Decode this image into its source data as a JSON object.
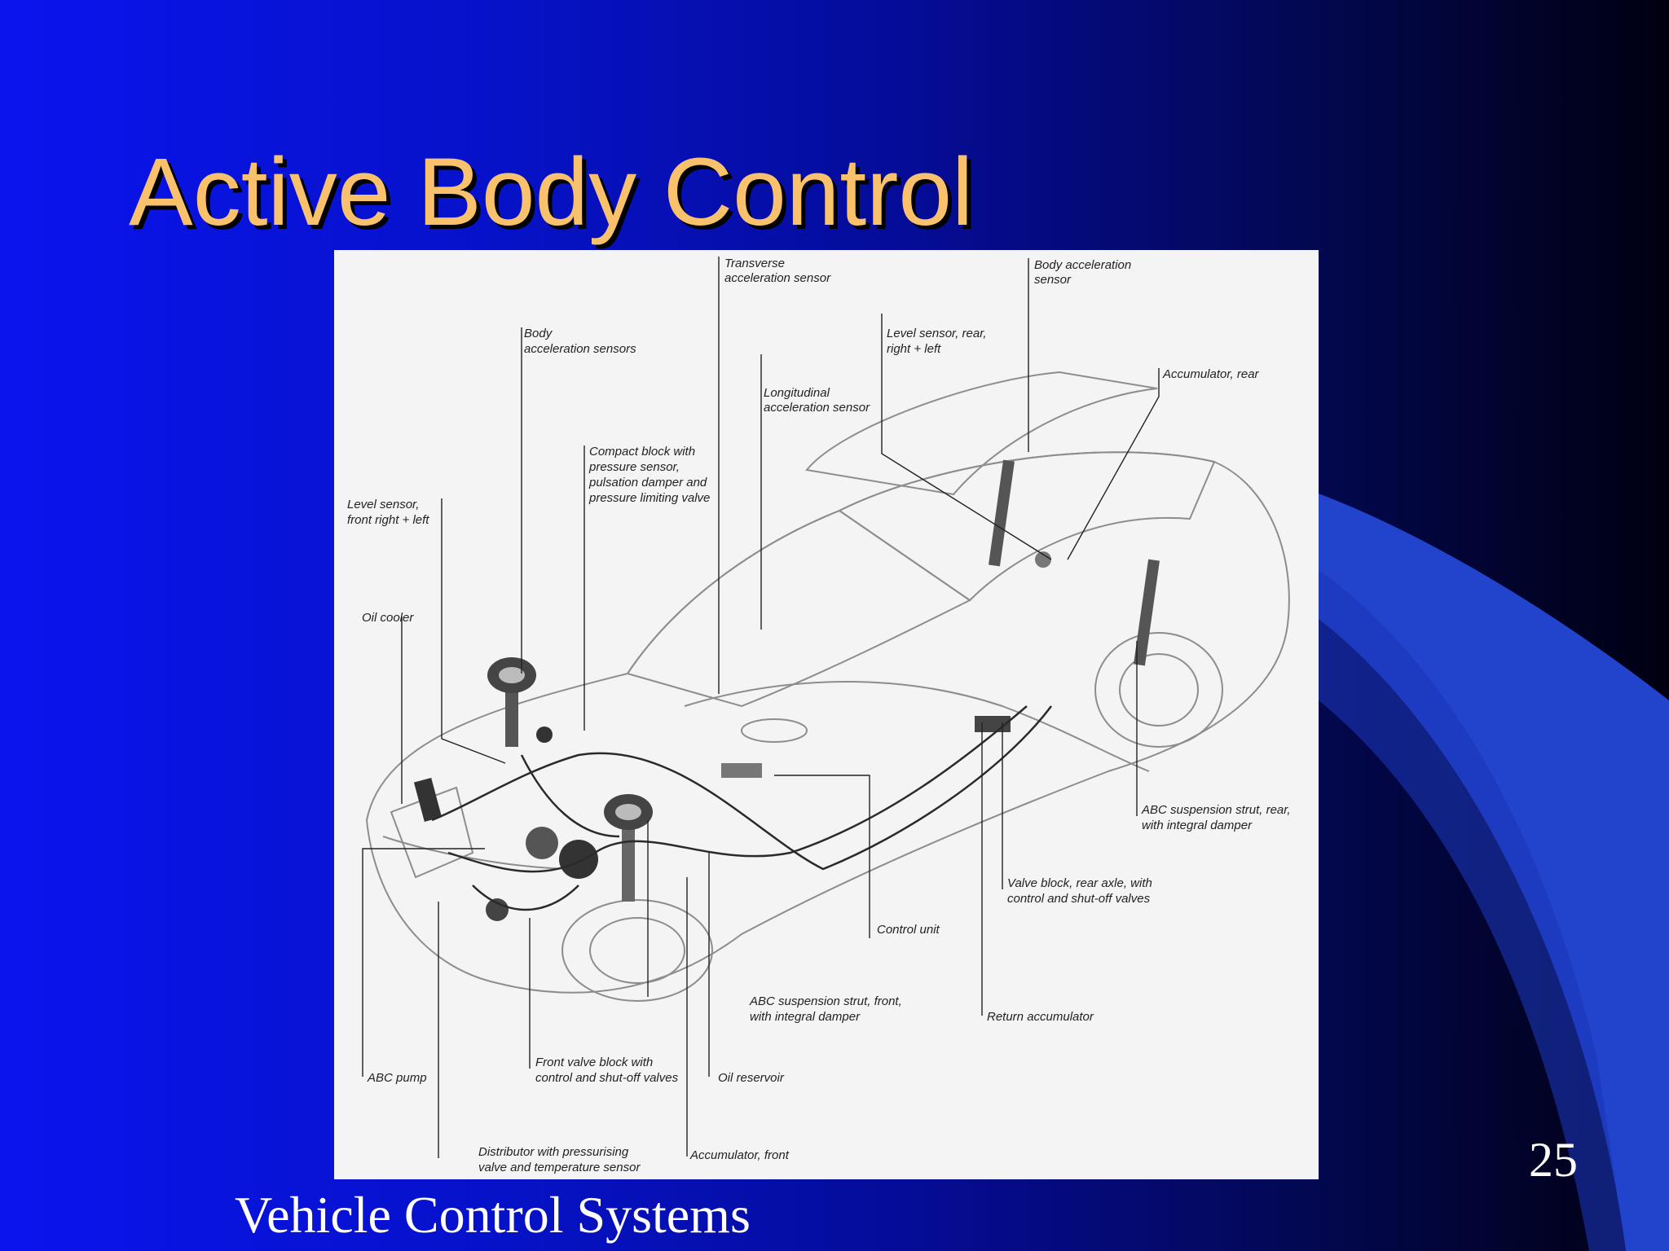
{
  "slide": {
    "title": "Active Body Control",
    "footer": "Vehicle Control Systems",
    "page_number": "25"
  },
  "diagram": {
    "labels": {
      "transverse_1": "Transverse",
      "transverse_2": "acceleration sensor",
      "body_accel_sensor_1": "Body acceleration",
      "body_accel_sensor_2": "sensor",
      "body_accel_sensors_1": "Body",
      "body_accel_sensors_2": "acceleration sensors",
      "level_rear_1": "Level sensor, rear,",
      "level_rear_2": "right + left",
      "accumulator_rear": "Accumulator, rear",
      "longitudinal_1": "Longitudinal",
      "longitudinal_2": "acceleration sensor",
      "compact_1": "Compact block with",
      "compact_2": "pressure sensor,",
      "compact_3": "pulsation damper and",
      "compact_4": "pressure limiting valve",
      "level_front_1": "Level sensor,",
      "level_front_2": "front right + left",
      "oil_cooler": "Oil cooler",
      "strut_rear_1": "ABC suspension strut, rear,",
      "strut_rear_2": "with integral damper",
      "valve_rear_1": "Valve block, rear axle, with",
      "valve_rear_2": "control and shut-off valves",
      "control_unit": "Control unit",
      "strut_front_1": "ABC suspension strut, front,",
      "strut_front_2": "with integral damper",
      "return_acc": "Return accumulator",
      "abc_pump": "ABC pump",
      "front_valve_1": "Front valve block with",
      "front_valve_2": "control and shut-off valves",
      "oil_reservoir": "Oil reservoir",
      "distributor_1": "Distributor with pressurising",
      "distributor_2": "valve and temperature sensor",
      "accumulator_front": "Accumulator, front"
    }
  },
  "colors": {
    "title": "#f9c16b",
    "background_left": "#0a14ee",
    "background_right": "#000010",
    "swoosh": "#2244cc",
    "footer_text": "#ffffff"
  }
}
